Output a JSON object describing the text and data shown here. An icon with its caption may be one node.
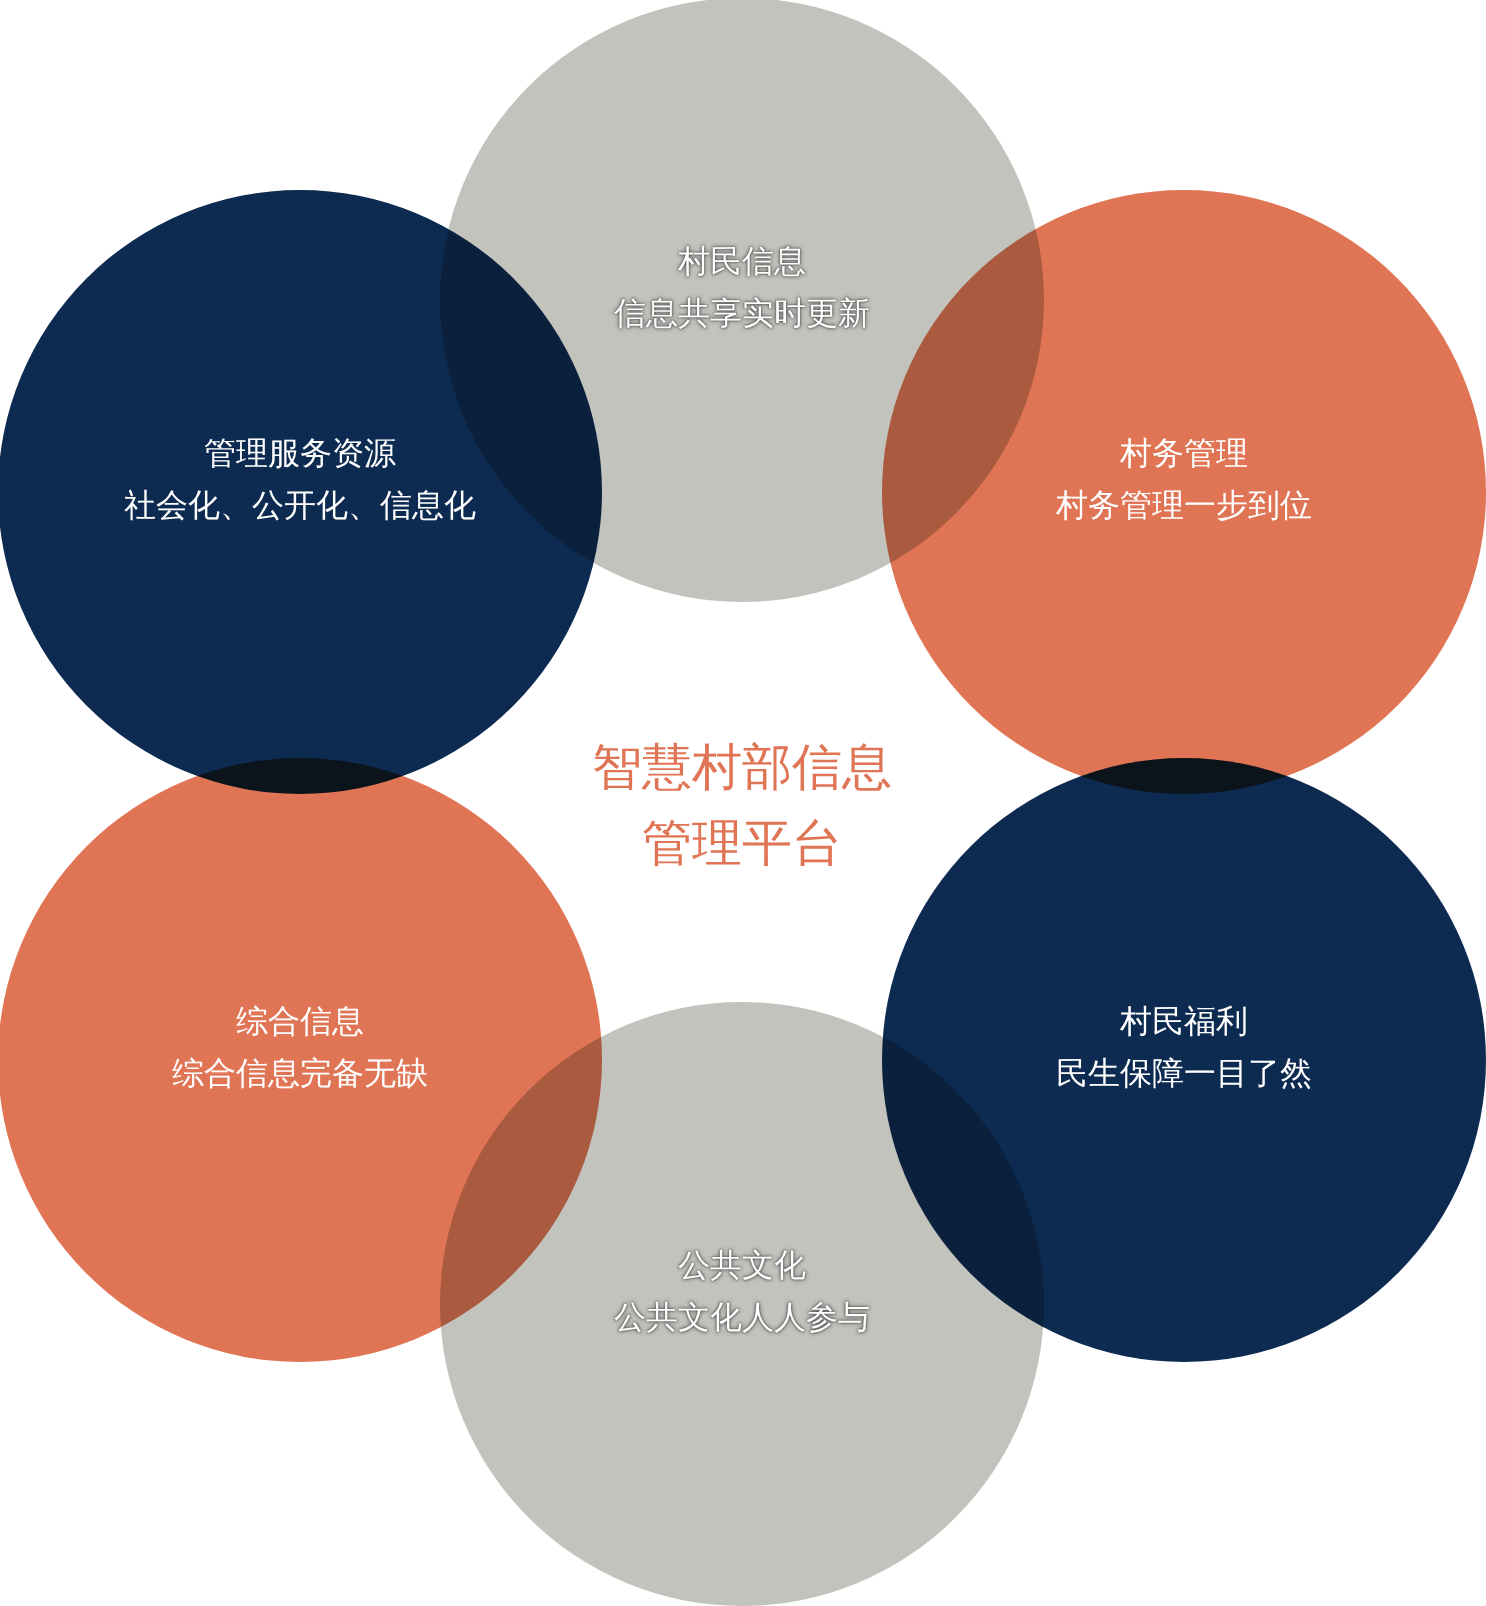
{
  "diagram": {
    "nodes": [
      {
        "text": [
          "村民信息",
          "信息共享实时更新"
        ]
      },
      {
        "text": [
          "管理服务资源",
          "社会化、公开化、信息化"
        ]
      },
      {
        "text": [
          "村务管理",
          "村务管理一步到位"
        ]
      },
      {
        "text": [
          "综合信息",
          "综合信息完备无缺"
        ]
      },
      {
        "text": [
          "村民福利",
          "民生保障一目了然"
        ]
      },
      {
        "text": [
          "公共文化",
          "公共文化人人参与"
        ]
      }
    ],
    "labels": [
      "智慧村部信息管理平台"
    ]
  }
}
